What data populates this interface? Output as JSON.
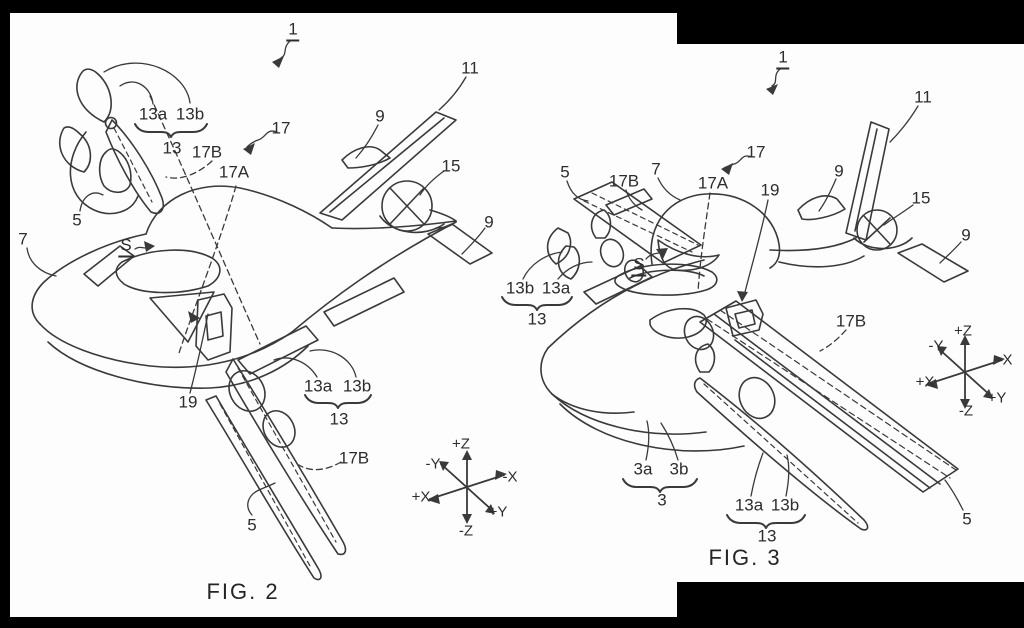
{
  "document": {
    "type": "patent-figures",
    "figures": [
      "FIG. 2",
      "FIG. 3"
    ]
  },
  "figures": {
    "fig2": {
      "caption": "FIG. 2",
      "refs": {
        "r1": "1",
        "r13a_top": "13a",
        "r13b_top": "13b",
        "r13_top": "13",
        "r17B_top": "17B",
        "r17A": "17A",
        "r17": "17",
        "r5_front": "5",
        "r7": "7",
        "r9_top": "9",
        "r11": "11",
        "r15": "15",
        "r9_side": "9",
        "rS": "S",
        "r19": "19",
        "r13a_bot": "13a",
        "r13b_bot": "13b",
        "r13_bot": "13",
        "r17B_bot": "17B",
        "r5_bot": "5"
      }
    },
    "fig3": {
      "caption": "FIG. 3",
      "refs": {
        "r1": "1",
        "r17": "17",
        "r5_wing": "5",
        "r17B_wing": "17B",
        "r7": "7",
        "r17A": "17A",
        "r19": "19",
        "r9_top": "9",
        "r11": "11",
        "r15": "15",
        "r9_side": "9",
        "r13b_left": "13b",
        "r13a_left": "13a",
        "r13_left": "13",
        "rS": "S",
        "r17B_big": "17B",
        "r3a": "3a",
        "r3b": "3b",
        "r3": "3",
        "r13a_bot": "13a",
        "r13b_bot": "13b",
        "r13_bot": "13",
        "r5_bot": "5"
      }
    }
  },
  "axes": {
    "pz": "+Z",
    "nz": "-Z",
    "ny": "-Y",
    "py": "+Y",
    "px": "+X",
    "nx": "-X"
  },
  "colors": {
    "background": "#000000",
    "page": "#fdfdfd",
    "ink": "#3a3a3a"
  }
}
